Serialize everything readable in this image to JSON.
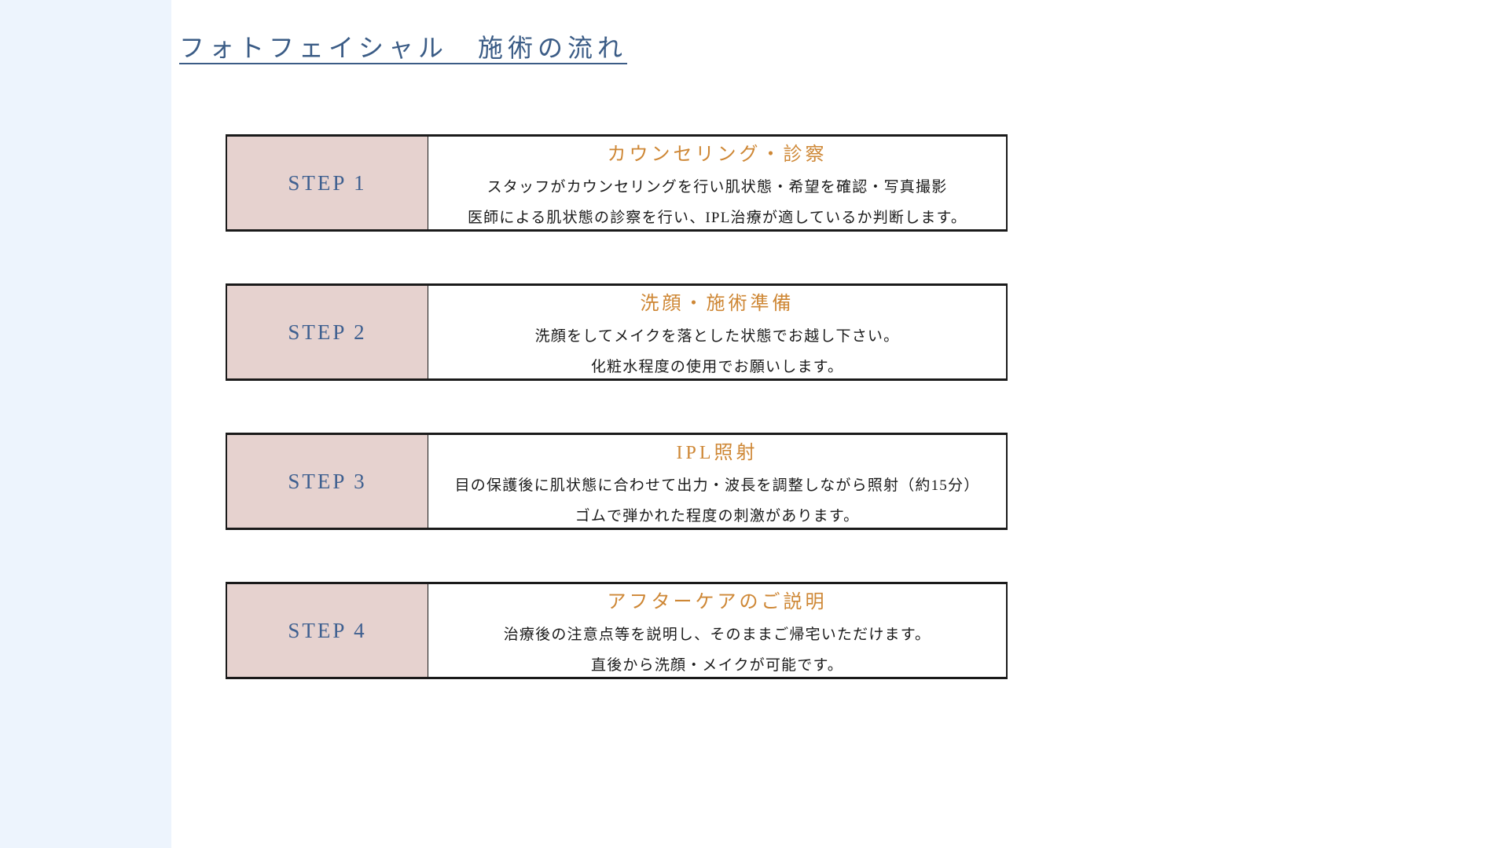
{
  "page": {
    "background_color": "#edf4fd",
    "sheet_color": "#ffffff",
    "title": "フォトフェイシャル　施術の流れ",
    "title_color": "#3b5c86"
  },
  "theme": {
    "pink_cell": "#e6d2cf",
    "step_label_color": "#3f6090",
    "heading_orange": "#ce8735",
    "body_text": "#1a1a1a",
    "border": "#1a1a1a"
  },
  "steps": [
    {
      "label": "STEP 1",
      "heading": "カウンセリング・診察",
      "line1": "スタッフがカウンセリングを行い肌状態・希望を確認・写真撮影",
      "line2": "医師による肌状態の診察を行い、IPL治療が適しているか判断します。"
    },
    {
      "label": "STEP 2",
      "heading": "洗顔・施術準備",
      "line1": "洗顔をしてメイクを落とした状態でお越し下さい。",
      "line2": "化粧水程度の使用でお願いします。"
    },
    {
      "label": "STEP 3",
      "heading": "IPL照射",
      "line1": "目の保護後に肌状態に合わせて出力・波長を調整しながら照射（約15分）",
      "line2": "ゴムで弾かれた程度の刺激があります。"
    },
    {
      "label": "STEP 4",
      "heading": "アフターケアのご説明",
      "line1": "治療後の注意点等を説明し、そのままご帰宅いただけます。",
      "line2": "直後から洗顔・メイクが可能です。"
    }
  ]
}
